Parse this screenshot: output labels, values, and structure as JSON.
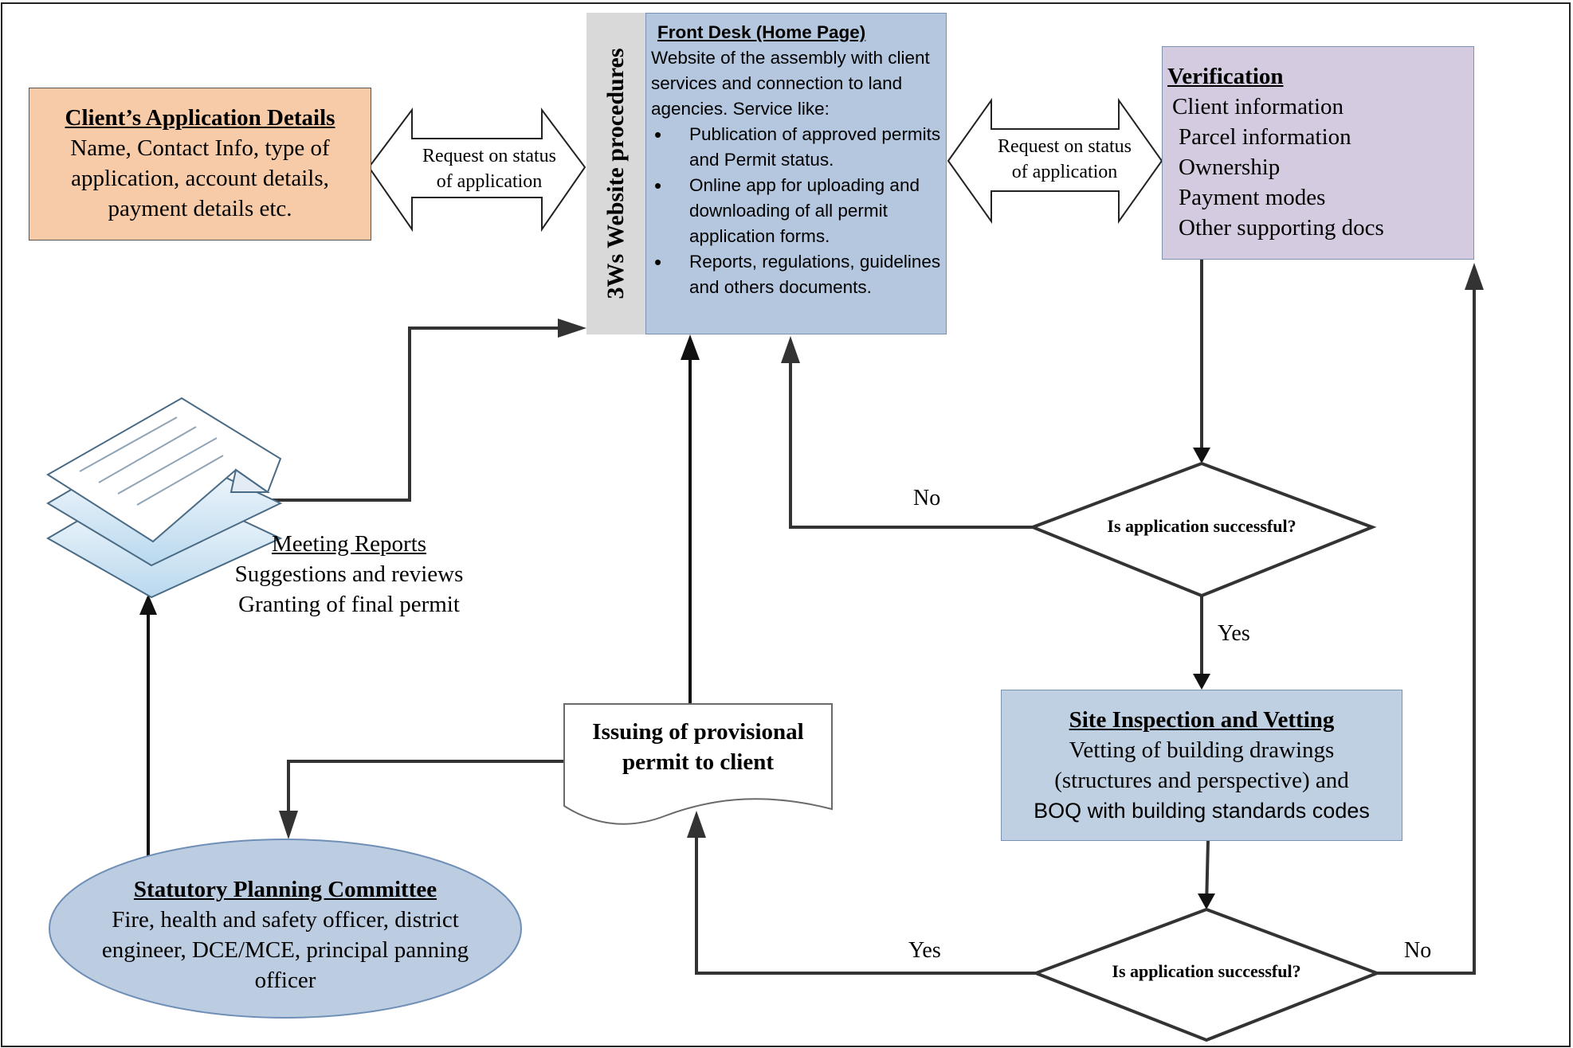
{
  "client_details": {
    "title": "Client’s Application Details",
    "body": "Name, Contact Info, type of application, account details, payment details etc."
  },
  "request_arrow_left": {
    "line1": "Request on status",
    "line2": "of application"
  },
  "website_band": {
    "label": "3Ws Website procedures"
  },
  "front_desk": {
    "title": "Front Desk (Home Page)",
    "intro": "Website of the assembly with client services and connection to land agencies.  Service like:",
    "bullets": [
      "Publication of approved permits and Permit status.",
      "Online app for  uploading and downloading of  all permit application forms.",
      "Reports, regulations, guidelines and others documents."
    ]
  },
  "request_arrow_right": {
    "line1": "Request on status",
    "line2": "of application"
  },
  "verification": {
    "title": "Verification",
    "items": [
      "Client information",
      "Parcel information",
      "Ownership",
      "Payment modes",
      "Other supporting docs"
    ]
  },
  "meeting_reports": {
    "title": "Meeting Reports",
    "line1": "Suggestions and reviews",
    "line2": "Granting of final permit"
  },
  "decision_1": {
    "question": "Is application successful?",
    "no_label": "No",
    "yes_label": "Yes"
  },
  "site_inspection": {
    "title": "Site Inspection and Vetting",
    "line1": "Vetting of building drawings",
    "line2": "(structures and perspective) and",
    "line3": "BOQ with building standards codes"
  },
  "provisional_permit": {
    "line1": "Issuing of provisional",
    "line2": "permit to client"
  },
  "committee": {
    "title": "Statutory Planning Committee",
    "body": "Fire, health and safety officer, district engineer, DCE/MCE, principal panning officer"
  },
  "decision_2": {
    "question": "Is application successful?",
    "yes_label": "Yes",
    "no_label": "No"
  },
  "colors": {
    "client_fill": "#f8cba8",
    "front_desk_fill": "#b4c7df",
    "band_fill": "#d9d9d9",
    "verification_fill": "#d4cbe0",
    "site_fill": "#c0d0e3",
    "committee_fill": "#bccde2",
    "connector": "#3a3a3a",
    "border": "#6c8ebf"
  }
}
